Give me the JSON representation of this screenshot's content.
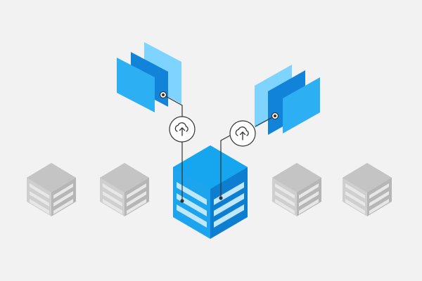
{
  "diagram": {
    "background_color": "#f2f2f2",
    "colors": {
      "server_inactive_side": "#cfcfcf",
      "server_inactive_front": "#b6b6b6",
      "server_inactive_top": "#c4c4c4",
      "server_inactive_slot": "#e7e7e7",
      "server_active_side": "#1ea4ee",
      "server_active_front": "#0e7fd0",
      "server_active_top": "#16a6f0",
      "server_active_slot": "#bfe8ff",
      "panel_light": "#7fd3ff",
      "panel_mid": "#2db0f3",
      "panel_dark": "#1184d9",
      "connector_line": "#333333",
      "upload_icon_stroke": "#333333",
      "upload_icon_fill": "#ffffff"
    },
    "nodes": [
      {
        "id": "server-1",
        "kind": "server",
        "state": "inactive"
      },
      {
        "id": "server-2",
        "kind": "server",
        "state": "inactive"
      },
      {
        "id": "server-central",
        "kind": "server",
        "state": "active"
      },
      {
        "id": "server-4",
        "kind": "server",
        "state": "inactive"
      },
      {
        "id": "server-5",
        "kind": "server",
        "state": "inactive"
      },
      {
        "id": "panel-stack-left",
        "kind": "document-stack"
      },
      {
        "id": "panel-stack-right",
        "kind": "document-stack"
      }
    ],
    "icons": [
      {
        "id": "upload-left",
        "name": "cloud-upload-icon"
      },
      {
        "id": "upload-right",
        "name": "cloud-upload-icon"
      }
    ],
    "connections": [
      {
        "from": "panel-stack-left",
        "to": "server-central",
        "via": "upload-left"
      },
      {
        "from": "panel-stack-right",
        "to": "server-central",
        "via": "upload-right"
      }
    ]
  }
}
